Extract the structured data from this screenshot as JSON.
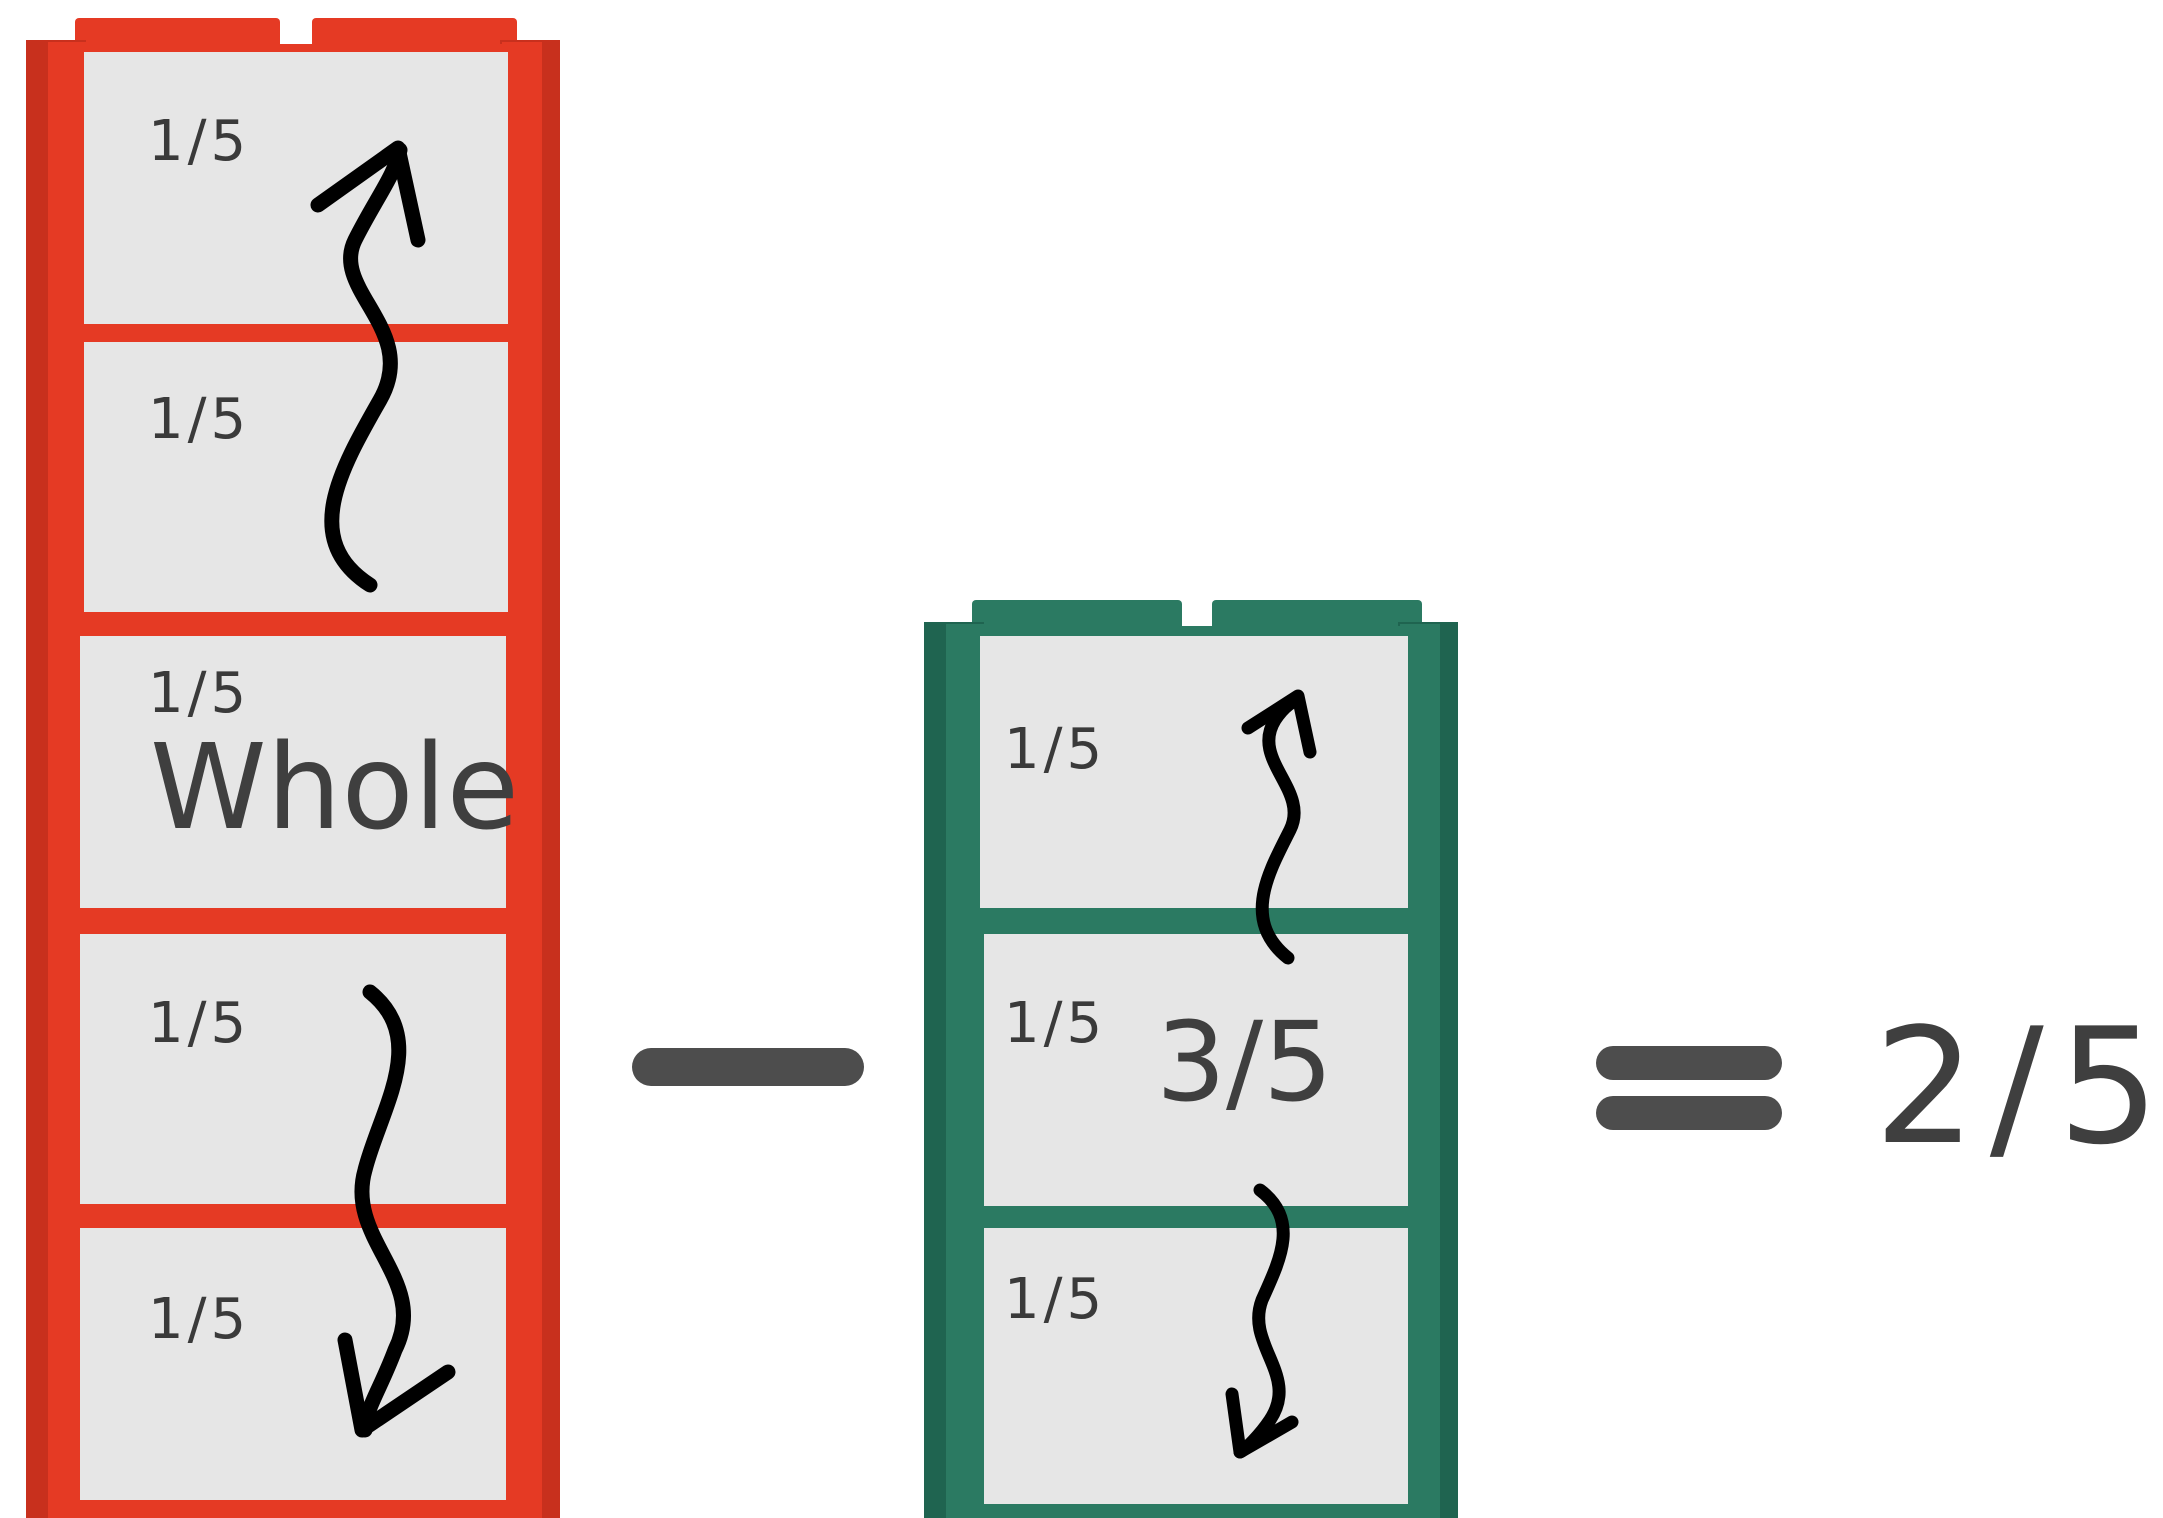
{
  "colors": {
    "whole_bar": "#e53a24",
    "whole_bar_dark": "#c8301d",
    "part_bar": "#2b7a62",
    "part_bar_dark": "#1f6450",
    "cell_face": "#e6e6e6",
    "text": "#3f3f3f",
    "operator": "#4d4d4d"
  },
  "whole_stack": {
    "cells": [
      {
        "label": "1/5"
      },
      {
        "label": "1/5"
      },
      {
        "label": "1/5"
      },
      {
        "label": "1/5"
      },
      {
        "label": "1/5"
      }
    ],
    "caption": "Whole"
  },
  "part_stack": {
    "cells": [
      {
        "label": "1/5"
      },
      {
        "label": "1/5"
      },
      {
        "label": "1/5"
      }
    ],
    "caption": "3/5"
  },
  "operators": {
    "minus": "−",
    "equals": "="
  },
  "result": "2/5"
}
